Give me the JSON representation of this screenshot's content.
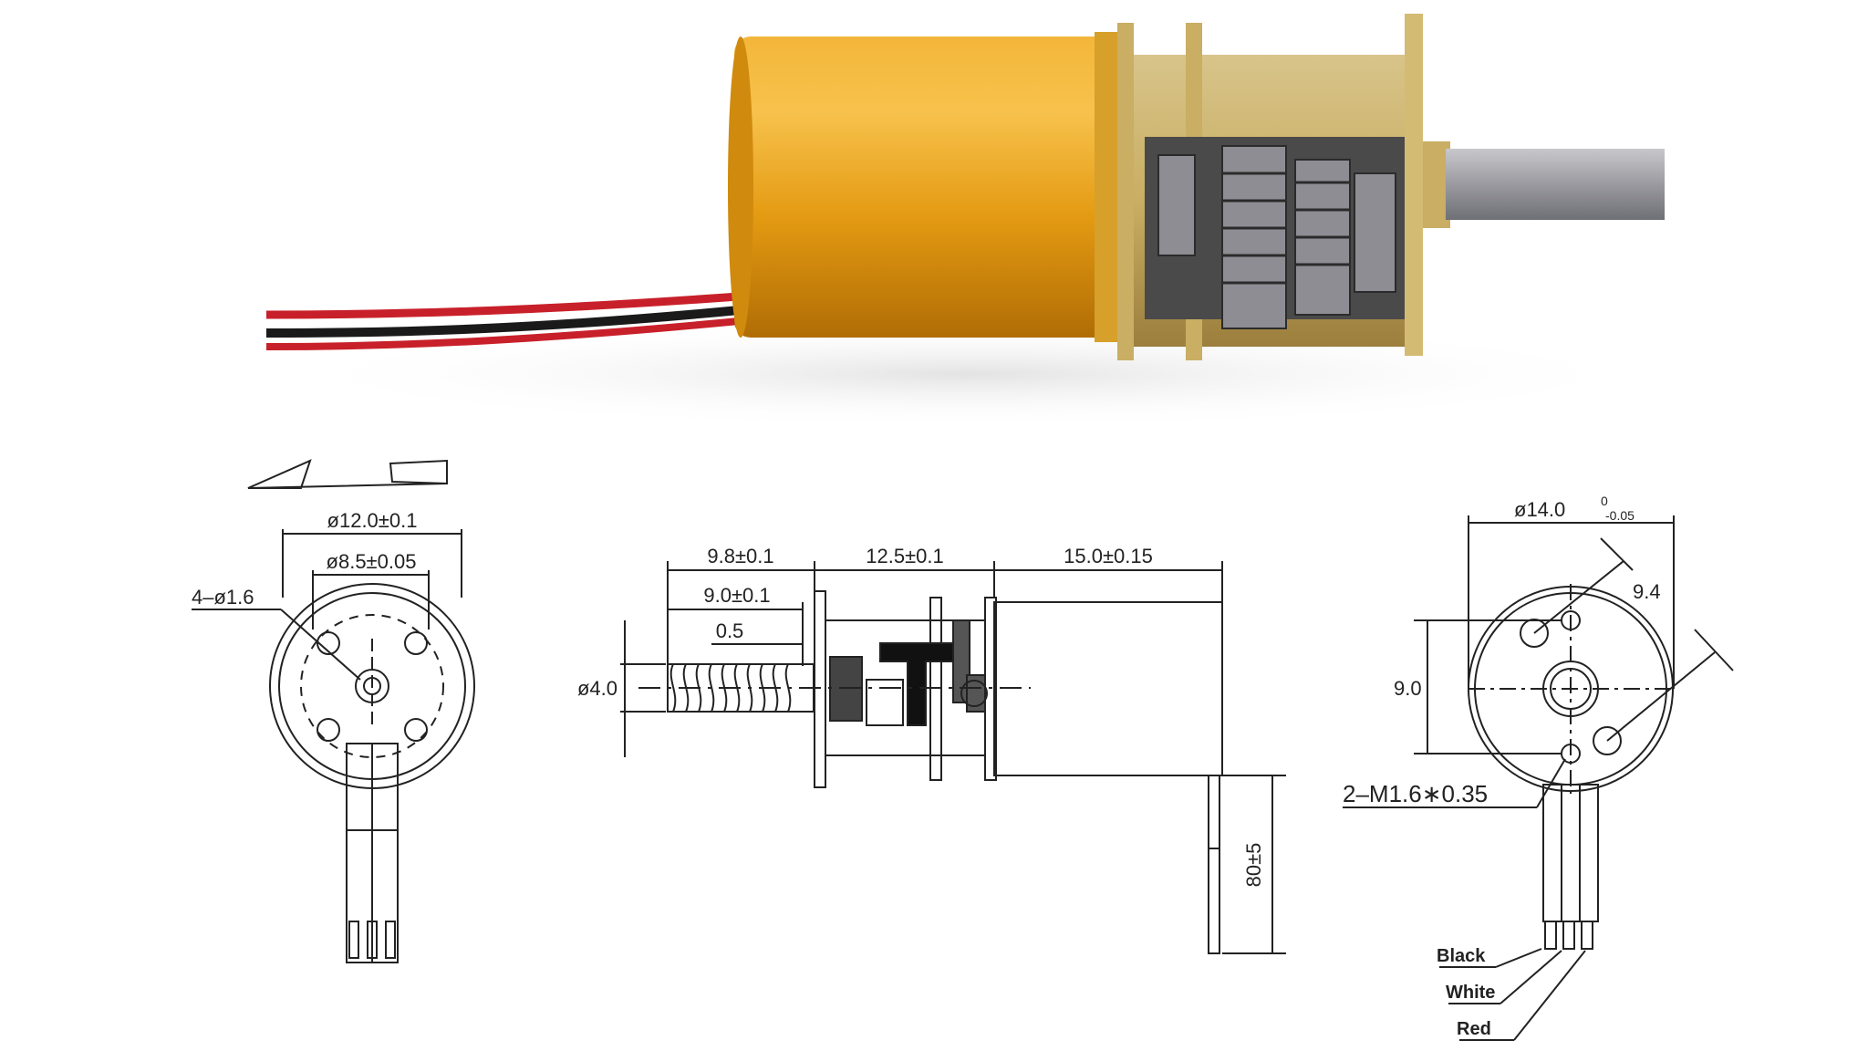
{
  "photo": {
    "description_icon": "gear-motor-photo"
  },
  "front_view": {
    "outer_diameter": "ø12.0±0.1",
    "inner_diameter": "ø8.5±0.05",
    "holes": "4–ø1.6"
  },
  "side_view": {
    "gearbox_length": "9.8±0.1",
    "screw_length": "9.0±0.1",
    "spacer": "0.5",
    "mid_length": "12.5±0.1",
    "motor_length": "15.0±0.15",
    "shaft_diameter": "ø4.0",
    "lead_length": "80±5"
  },
  "rear_view": {
    "outer_diameter": "ø14.0",
    "tolerance_upper": "0",
    "tolerance_lower": "-0.05",
    "hole_spacing": "9.4",
    "vertical_spacing": "9.0",
    "threads": "2–M1.6∗0.35",
    "wires": [
      "Black",
      "White",
      "Red"
    ]
  },
  "colors": {
    "motor_gold": "#e6a41a",
    "wire_red": "#c8202a",
    "wire_black": "#1a1a1a",
    "line": "#222222"
  }
}
